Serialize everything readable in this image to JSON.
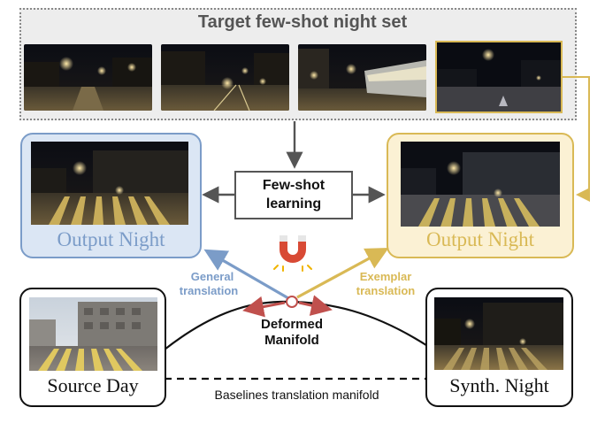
{
  "target_set": {
    "title": "Target few-shot night set"
  },
  "few_shot": {
    "line1": "Few-shot",
    "line2": "learning"
  },
  "output_general": {
    "label": "Output Night"
  },
  "output_exemplar": {
    "label": "Output Night"
  },
  "arrows": {
    "general_line1": "General",
    "general_line2": "translation",
    "exemplar_line1": "Exemplar",
    "exemplar_line2": "translation"
  },
  "manifold": {
    "line1": "Deformed",
    "line2": "Manifold",
    "baseline": "Baselines translation manifold"
  },
  "source": {
    "label": "Source Day"
  },
  "synth": {
    "label": "Synth. Night"
  },
  "colors": {
    "blue": "#7b9cc8",
    "blue_fill": "#dbe6f4",
    "gold": "#d9b955",
    "gold_fill": "#fbf1d4",
    "red": "#c0504d"
  }
}
